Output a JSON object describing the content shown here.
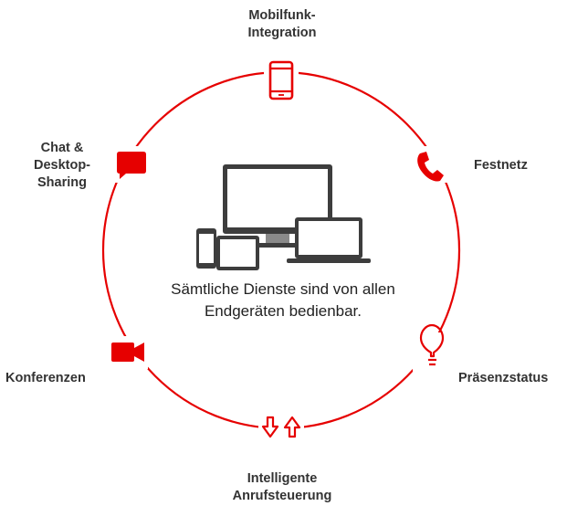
{
  "accent_color": "#e60000",
  "center": {
    "line1": "Sämtliche Dienste sind von allen",
    "line2": "Endgeräten bedienbar."
  },
  "nodes": [
    {
      "id": "mobile",
      "label": "Mobilfunk-\nIntegration",
      "icon": "smartphone-icon"
    },
    {
      "id": "landline",
      "label": "Festnetz",
      "icon": "phone-handset-icon"
    },
    {
      "id": "presence",
      "label": "Präsenzstatus",
      "icon": "lightbulb-icon"
    },
    {
      "id": "routing",
      "label": "Intelligente\nAnrufsteuerung",
      "icon": "up-down-arrows-icon"
    },
    {
      "id": "conference",
      "label": "Konferenzen",
      "icon": "video-camera-icon"
    },
    {
      "id": "chat",
      "label": "Chat &\nDesktop-\nSharing",
      "icon": "chat-bubble-icon"
    }
  ]
}
